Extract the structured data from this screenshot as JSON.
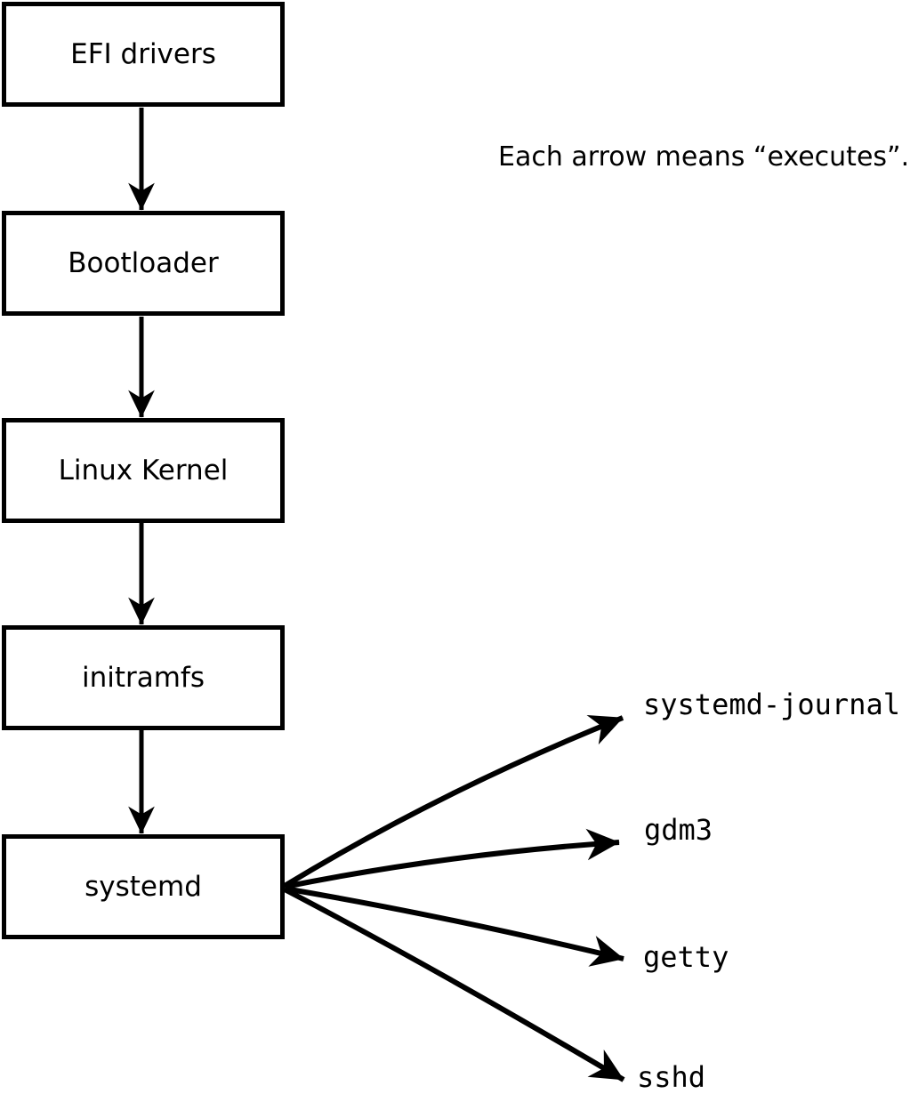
{
  "diagram": {
    "title_note": "Each arrow means “executes”.",
    "colors": {
      "line": "#000000",
      "text": "#000000",
      "background": "#ffffff"
    },
    "boot_chain": [
      {
        "id": "efi-drivers",
        "label": "EFI drivers"
      },
      {
        "id": "bootloader",
        "label": "Bootloader"
      },
      {
        "id": "linux-kernel",
        "label": "Linux Kernel"
      },
      {
        "id": "initramfs",
        "label": "initramfs"
      },
      {
        "id": "systemd",
        "label": "systemd"
      }
    ],
    "chain_edges": [
      {
        "from": "efi-drivers",
        "to": "bootloader",
        "meaning": "executes"
      },
      {
        "from": "bootloader",
        "to": "linux-kernel",
        "meaning": "executes"
      },
      {
        "from": "linux-kernel",
        "to": "initramfs",
        "meaning": "executes"
      },
      {
        "from": "initramfs",
        "to": "systemd",
        "meaning": "executes"
      }
    ],
    "spawned_processes": [
      {
        "id": "systemd-journal",
        "label": "systemd-journal"
      },
      {
        "id": "gdm3",
        "label": "gdm3"
      },
      {
        "id": "getty",
        "label": "getty"
      },
      {
        "id": "sshd",
        "label": "sshd"
      }
    ],
    "fanout_edges": [
      {
        "from": "systemd",
        "to": "systemd-journal",
        "meaning": "executes"
      },
      {
        "from": "systemd",
        "to": "gdm3",
        "meaning": "executes"
      },
      {
        "from": "systemd",
        "to": "getty",
        "meaning": "executes"
      },
      {
        "from": "systemd",
        "to": "sshd",
        "meaning": "executes"
      }
    ]
  }
}
